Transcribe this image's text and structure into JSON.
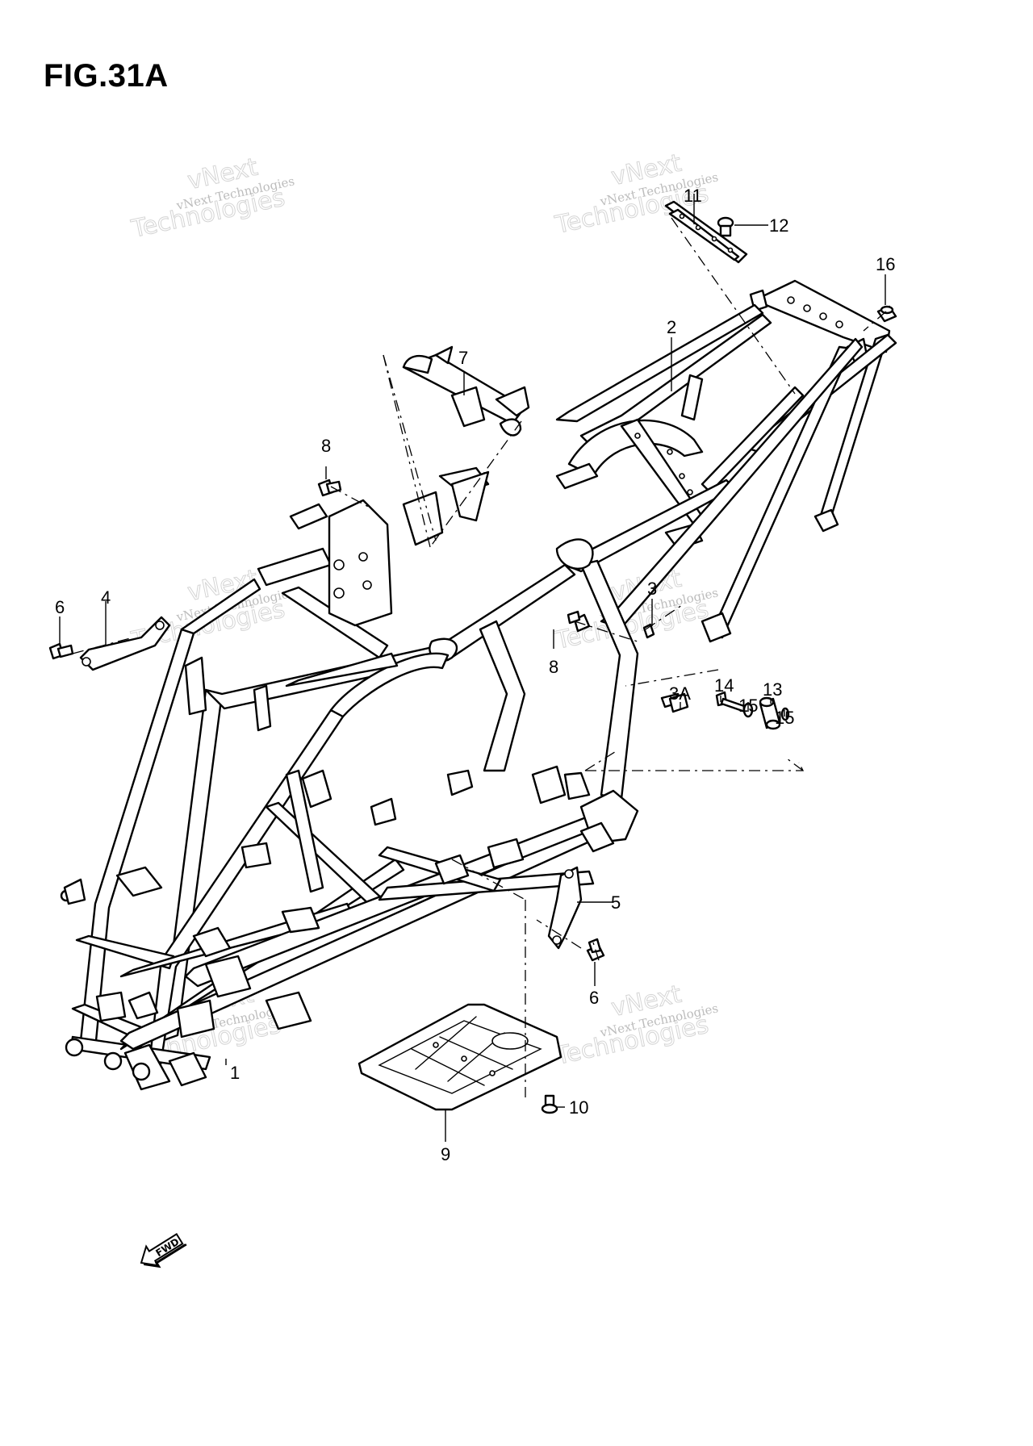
{
  "figure": {
    "title": "FIG.31A"
  },
  "watermark": {
    "line1": "vNext Technologies",
    "line2": "vNext",
    "line3": "Technologies"
  },
  "fwd_label": "FWD",
  "callouts": [
    {
      "id": "1",
      "label": "1"
    },
    {
      "id": "2",
      "label": "2"
    },
    {
      "id": "3",
      "label": "3"
    },
    {
      "id": "3A",
      "label": "3A"
    },
    {
      "id": "4",
      "label": "4"
    },
    {
      "id": "5",
      "label": "5"
    },
    {
      "id": "6a",
      "label": "6"
    },
    {
      "id": "6b",
      "label": "6"
    },
    {
      "id": "7",
      "label": "7"
    },
    {
      "id": "8a",
      "label": "8"
    },
    {
      "id": "8b",
      "label": "8"
    },
    {
      "id": "9",
      "label": "9"
    },
    {
      "id": "10",
      "label": "10"
    },
    {
      "id": "11",
      "label": "11"
    },
    {
      "id": "12",
      "label": "12"
    },
    {
      "id": "13",
      "label": "13"
    },
    {
      "id": "14",
      "label": "14"
    },
    {
      "id": "15a",
      "label": "15"
    },
    {
      "id": "15b",
      "label": "15"
    },
    {
      "id": "16",
      "label": "16"
    }
  ]
}
